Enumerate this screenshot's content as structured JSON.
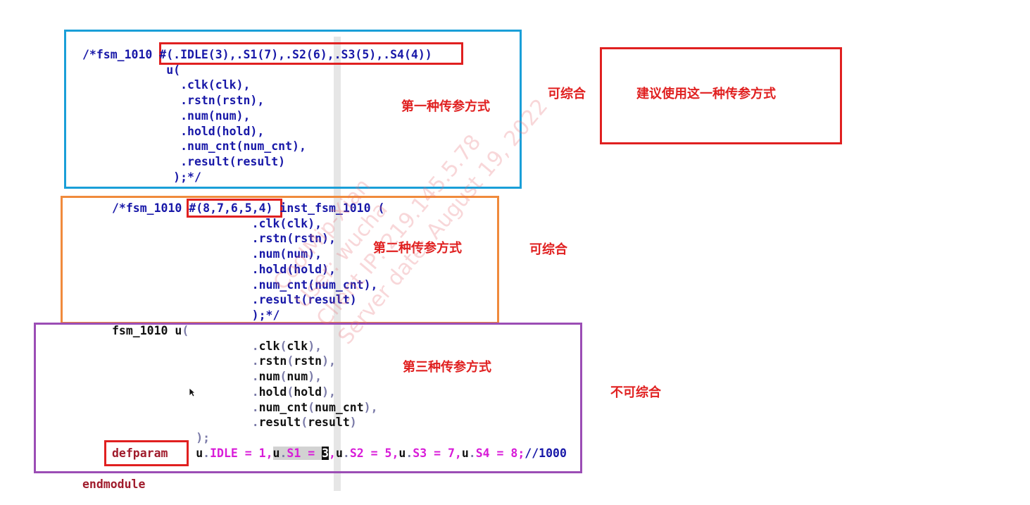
{
  "block1": {
    "lines": [
      "/*fsm_1010 #(.IDLE(3),.S1(7),.S2(6),.S3(5),.S4(4))",
      "            u(",
      "              .clk(clk),",
      "              .rstn(rstn),",
      "              .num(num),",
      "              .hold(hold),",
      "              .num_cnt(num_cnt),",
      "              .result(result)",
      "             );*/"
    ],
    "label": "第一种传参方式",
    "side_label": "可综合"
  },
  "recommend": {
    "text": "建议使用这一种传参方式"
  },
  "block2": {
    "lines": [
      "/*fsm_1010 #(8,7,6,5,4) inst_fsm_1010 (",
      "                    .clk(clk),",
      "                    .rstn(rstn),",
      "                    .num(num),",
      "                    .hold(hold),",
      "                    .num_cnt(num_cnt),",
      "                    .result(result)",
      "                    );*/"
    ],
    "label": "第二种传参方式",
    "side_label": "可综合"
  },
  "block3": {
    "header": {
      "module": "fsm_1010",
      "inst": "u",
      "paren": "("
    },
    "ports": [
      {
        "name": "clk",
        "sig": "clk"
      },
      {
        "name": "rstn",
        "sig": "rstn"
      },
      {
        "name": "num",
        "sig": "num"
      },
      {
        "name": "hold",
        "sig": "hold"
      },
      {
        "name": "num_cnt",
        "sig": "num_cnt"
      },
      {
        "name": "result",
        "sig": "result"
      }
    ],
    "close": ");",
    "label": "第三种传参方式",
    "side_label": "不可综合",
    "defparam": {
      "keyword": "defparam",
      "inst": "u",
      "p1": "IDLE",
      "v1": "1",
      "p2": "S1",
      "v2": "3",
      "p3": "S2",
      "v3": "5",
      "p4": "S3",
      "v4": "7",
      "p5": "S4",
      "v5": "8",
      "comment": "//1000"
    },
    "endmodule": "endmodule"
  },
  "watermark": {
    "lines": [
      "CoolMip-Xian",
      "User: wucha",
      "Client IP: 219.145.5.78",
      "Server date: August 19, 2022"
    ]
  },
  "colors": {
    "box1": "#1a9fd8",
    "box2": "#f08a3c",
    "box3": "#9b4db5",
    "highlight": "#e02020"
  }
}
